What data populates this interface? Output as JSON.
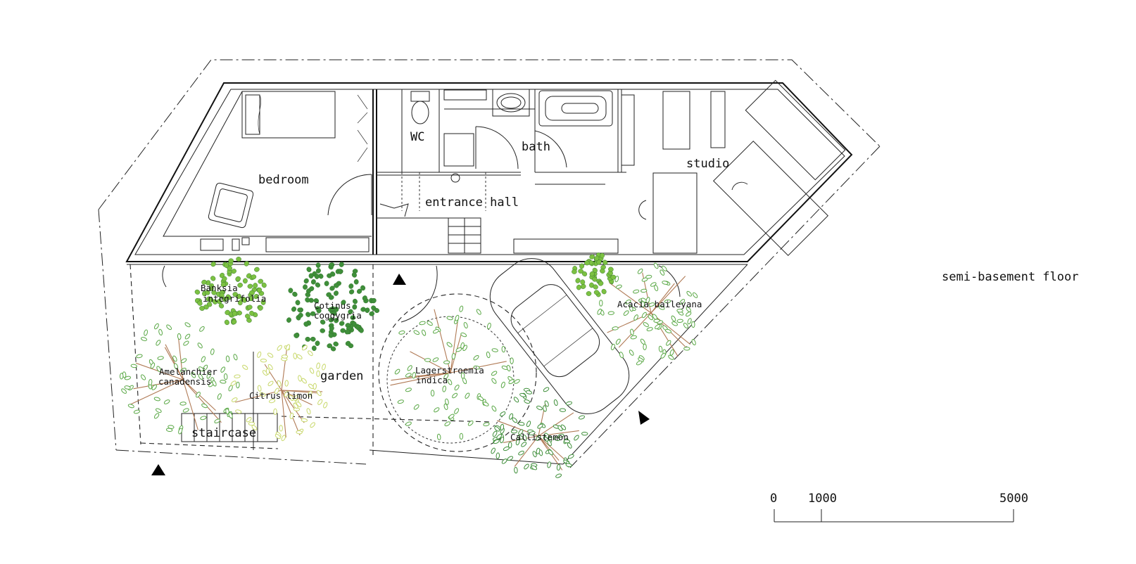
{
  "drawing": {
    "floor_label": "semi-basement floor",
    "rooms": {
      "bedroom": "bedroom",
      "wc": "WC",
      "bath": "bath",
      "entrance_hall": "entrance hall",
      "studio": "studio",
      "garden": "garden",
      "staircase": "staircase"
    },
    "plants": {
      "banksia_1": "Banksia",
      "banksia_2": "integrifolia",
      "cotinus_1": "Cotinus",
      "cotinus_2": "coggygria",
      "amelanchier_1": "Amelanchier",
      "amelanchier_2": "canadensis",
      "citrus": "Citrus limon",
      "lagerstroemia_1": "Lagerstroemia",
      "lagerstroemia_2": "indica",
      "callistemon": "Callistemon",
      "acacia": "Acacia baileyana"
    },
    "scale_bar": {
      "label_0": "0",
      "label_1000": "1000",
      "label_5000": "5000"
    },
    "colors": {
      "line": "#111111",
      "leaf_light": "#7cc142",
      "leaf_dark": "#3f8f3a",
      "leaf_mid": "#5aa846",
      "leaf_yellow": "#c8d86a",
      "branch": "#b07a55"
    }
  }
}
